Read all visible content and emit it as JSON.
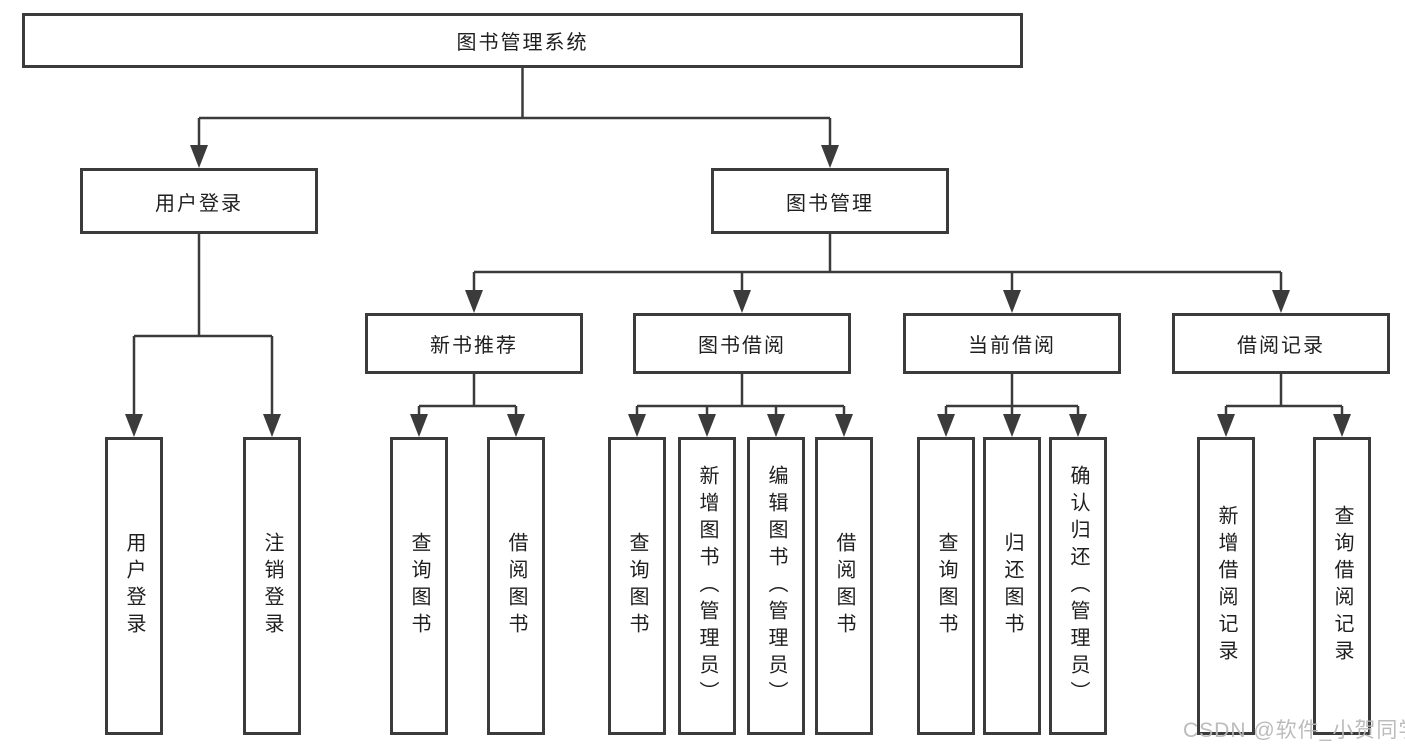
{
  "diagram": {
    "root": {
      "label": "图书管理系统"
    },
    "children": [
      {
        "label": "用户登录",
        "children": [
          {
            "label": "用户登录"
          },
          {
            "label": "注销登录"
          }
        ]
      },
      {
        "label": "图书管理",
        "children": [
          {
            "label": "新书推荐",
            "children": [
              {
                "label": "查询图书"
              },
              {
                "label": "借阅图书"
              }
            ]
          },
          {
            "label": "图书借阅",
            "children": [
              {
                "label": "查询图书"
              },
              {
                "label": "新增图书（管理员）"
              },
              {
                "label": "编辑图书（管理员）"
              },
              {
                "label": "借阅图书"
              }
            ]
          },
          {
            "label": "当前借阅",
            "children": [
              {
                "label": "查询图书"
              },
              {
                "label": "归还图书"
              },
              {
                "label": "确认归还（管理员）"
              }
            ]
          },
          {
            "label": "借阅记录",
            "children": [
              {
                "label": "新增借阅记录"
              },
              {
                "label": "查询借阅记录"
              }
            ]
          }
        ]
      }
    ]
  },
  "watermark": {
    "text": "CSDN @软件_小贺同学"
  },
  "colors": {
    "line": "#3b3b3b",
    "box_border": "#3b3b3b",
    "text": "#1f1f1f",
    "watermark": "#b9b9b9",
    "background": "#ffffff"
  }
}
